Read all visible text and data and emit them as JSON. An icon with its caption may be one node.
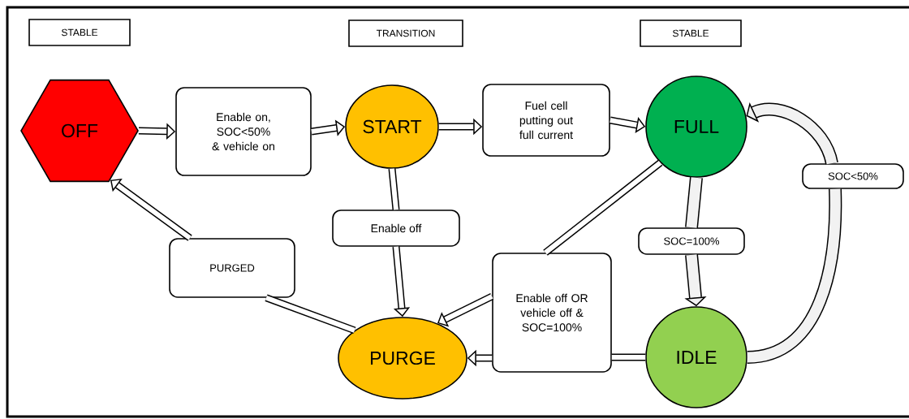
{
  "diagram": {
    "nodes": [
      {
        "text": [
          "STABLE"
        ]
      },
      {
        "text": [
          "TRANSITION"
        ]
      },
      {
        "text": [
          "STABLE"
        ]
      },
      {
        "text": [
          "OFF"
        ]
      },
      {
        "text": [
          "Enable on, SOC<50% & vehicle on"
        ]
      },
      {
        "text": [
          "START"
        ]
      },
      {
        "text": [
          "Fuel cell putting out full current"
        ]
      },
      {
        "text": [
          "FULL"
        ]
      },
      {
        "text": [
          "SOC<50%"
        ]
      },
      {
        "text": [
          "Enable off"
        ]
      },
      {
        "text": [
          "SOC=100%"
        ]
      },
      {
        "text": [
          "PURGED"
        ]
      },
      {
        "text": [
          "Enable off OR vehicle off & SOC=100%"
        ]
      },
      {
        "text": [
          "PURGE"
        ]
      },
      {
        "text": [
          "IDLE"
        ]
      }
    ],
    "edges": [
      {
        "from": 3,
        "to": 4,
        "arrow": "to"
      },
      {
        "from": 4,
        "to": 5,
        "arrow": "to"
      },
      {
        "from": 5,
        "to": 6,
        "arrow": "to"
      },
      {
        "from": 6,
        "to": 7,
        "arrow": "to"
      },
      {
        "from": 5,
        "to": 9,
        "arrow": "none"
      },
      {
        "from": 9,
        "to": 13,
        "arrow": "to"
      },
      {
        "from": 7,
        "to": 10,
        "arrow": "none"
      },
      {
        "from": 10,
        "to": 14,
        "arrow": "to"
      },
      {
        "from": 14,
        "to": 8,
        "arrow": "none"
      },
      {
        "from": 8,
        "to": 7,
        "arrow": "to"
      },
      {
        "from": 7,
        "to": 12,
        "arrow": "none"
      },
      {
        "from": 12,
        "to": 13,
        "arrow": "to"
      },
      {
        "from": 14,
        "to": 12,
        "arrow": "none"
      },
      {
        "from": 12,
        "to": 13,
        "arrow": "to"
      },
      {
        "from": 13,
        "to": 11,
        "arrow": "none"
      },
      {
        "from": 11,
        "to": 3,
        "arrow": "to"
      }
    ]
  }
}
